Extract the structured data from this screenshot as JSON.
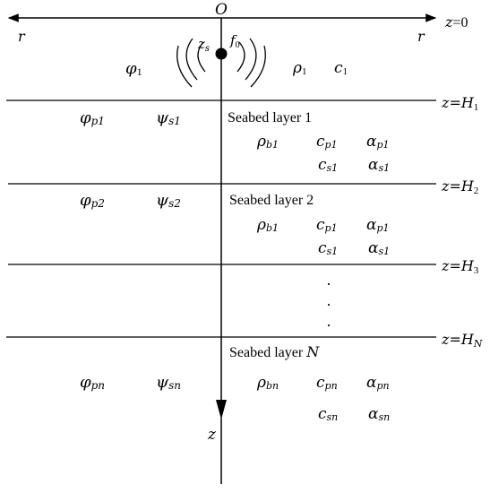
{
  "axis": {
    "origin": "O",
    "radial_left": "r",
    "radial_right": "r",
    "depth_axis": "z"
  },
  "source": {
    "depth": "z",
    "depth_sub": "s",
    "frequency": "f",
    "frequency_sub": "0"
  },
  "water": {
    "potential": "φ",
    "potential_sub": "1",
    "density": "ρ",
    "density_sub": "1",
    "speed": "c",
    "speed_sub": "1"
  },
  "boundaries": [
    {
      "lhs": "z",
      "rhs": "=0",
      "sub": ""
    },
    {
      "lhs": "z",
      "rhs": "=H",
      "sub": "1"
    },
    {
      "lhs": "z",
      "rhs": "=H",
      "sub": "2"
    },
    {
      "lhs": "z",
      "rhs": "=H",
      "sub": "3"
    },
    {
      "lhs": "z",
      "rhs": "=H",
      "sub": "N"
    }
  ],
  "layers": [
    {
      "title": "Seabed layer 1",
      "phi": "φ",
      "phi_sub": "p1",
      "psi": "ψ",
      "psi_sub": "s1",
      "rho": "ρ",
      "rho_sub": "b1",
      "cp": "c",
      "cp_sub": "p1",
      "ap": "α",
      "ap_sub": "p1",
      "cs": "c",
      "cs_sub": "s1",
      "as": "α",
      "as_sub": "s1"
    },
    {
      "title": "Seabed layer 2",
      "phi": "φ",
      "phi_sub": "p2",
      "psi": "ψ",
      "psi_sub": "s2",
      "rho": "ρ",
      "rho_sub": "b1",
      "cp": "c",
      "cp_sub": "p1",
      "ap": "α",
      "ap_sub": "p1",
      "cs": "c",
      "cs_sub": "s1",
      "as": "α",
      "as_sub": "s1"
    },
    {
      "title_prefix": "Seabed layer ",
      "title_n": "N",
      "phi": "φ",
      "phi_sub": "pn",
      "psi": "ψ",
      "psi_sub": "sn",
      "rho": "ρ",
      "rho_sub": "bn",
      "cp": "c",
      "cp_sub": "pn",
      "ap": "α",
      "ap_sub": "pn",
      "cs": "c",
      "cs_sub": "sn",
      "as": "α",
      "as_sub": "sn"
    }
  ],
  "ellipsis": "·"
}
